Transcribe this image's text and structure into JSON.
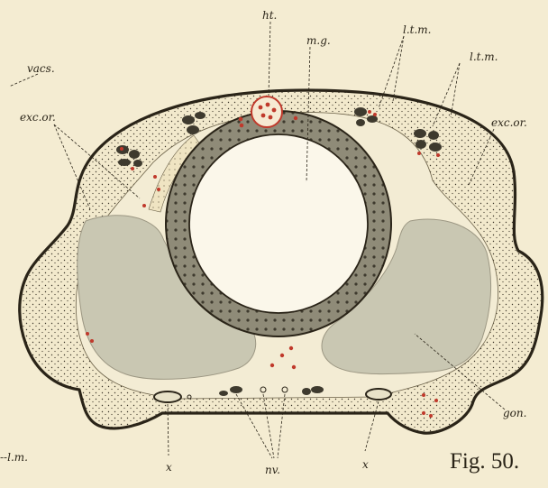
{
  "labels": {
    "ht": "ht.",
    "mg": "m.g.",
    "ltm1": "l.t.m.",
    "ltm2": "l.t.m.",
    "vacs": "vacs.",
    "excor_left": "exc.or.",
    "excor_right": "exc.or.",
    "gon": "gon.",
    "lm": "--l.m.",
    "x_left": "x",
    "nv": "nv.",
    "x_right": "x"
  },
  "figure_label": "Fig. 50.",
  "colors": {
    "paper": "#f4ecd2",
    "ink": "#2a2418",
    "stipple": "#3b3428",
    "gut_wall": "#8f8b78",
    "gonad": "#c9c7b2",
    "blood": "#c0392b"
  }
}
